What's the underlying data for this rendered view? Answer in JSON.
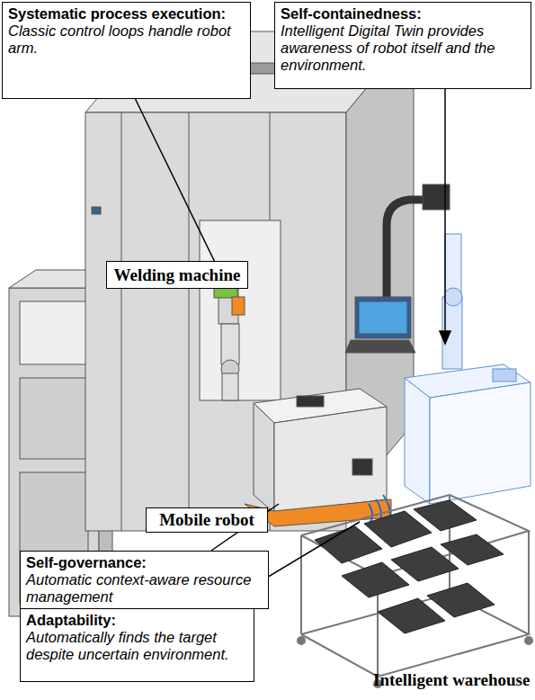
{
  "diagram": {
    "nodes": [
      {
        "text": [
          "Systematic process execution:",
          "Classic control loops handle robot arm."
        ]
      },
      {
        "text": [
          "Self-containedness:",
          "Intelligent Digital Twin provides awareness of robot itself and the environment."
        ]
      },
      {
        "text": [
          "Welding machine"
        ]
      },
      {
        "text": [
          "Mobile robot"
        ]
      },
      {
        "text": [
          "Self-governance:",
          "Automatic context-aware resource management"
        ]
      },
      {
        "text": [
          "Adaptability:",
          "Automatically finds the target despite uncertain environment."
        ]
      }
    ],
    "labels": [
      "Intelligent warehouse"
    ]
  }
}
